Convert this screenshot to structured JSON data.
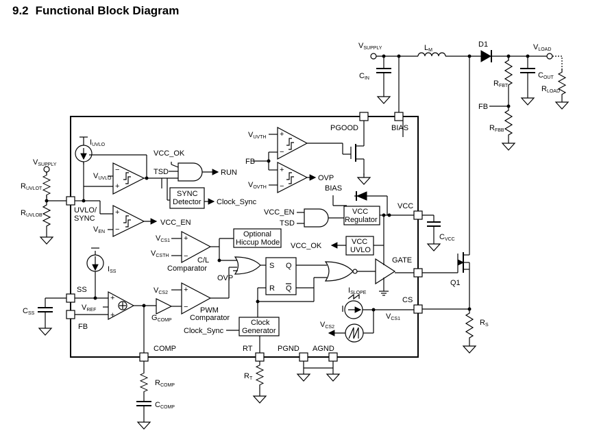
{
  "title": {
    "number": "9.2",
    "text": "Functional Block Diagram"
  },
  "external": {
    "vsupply_top": "V",
    "vsupply_top_sub": "SUPPLY",
    "cin": "C",
    "cin_sub": "IN",
    "lm": "L",
    "lm_sub": "M",
    "d1": "D1",
    "vload": "V",
    "vload_sub": "LOAD",
    "cout": "C",
    "cout_sub": "OUT",
    "rload": "R",
    "rload_sub": "LOAD",
    "rfbt": "R",
    "rfbt_sub": "FBT",
    "rfbb": "R",
    "rfbb_sub": "FBB",
    "fb_ext": "FB",
    "vsupply_left": "V",
    "vsupply_left_sub": "SUPPLY",
    "ruvlot": "R",
    "ruvlot_sub": "UVLOT",
    "ruvlob": "R",
    "ruvlob_sub": "UVLOB",
    "css": "C",
    "css_sub": "SS",
    "rcomp": "R",
    "rcomp_sub": "COMP",
    "ccomp": "C",
    "ccomp_sub": "COMP",
    "rt": "R",
    "rt_sub": "T",
    "cvcc": "C",
    "cvcc_sub": "VCC",
    "q1": "Q1",
    "rs": "R",
    "rs_sub": "S"
  },
  "pins": {
    "pgood": "PGOOD",
    "bias": "BIAS",
    "vcc": "VCC",
    "gate": "GATE",
    "cs": "CS",
    "uvlo": "UVLO/",
    "sync": "SYNC",
    "ss": "SS",
    "fb": "FB",
    "comp": "COMP",
    "rt": "RT",
    "pgnd": "PGND",
    "agnd": "AGND"
  },
  "internal": {
    "iuvlo": "I",
    "iuvlo_sub": "UVLO",
    "vuvlo": "V",
    "vuvlo_sub": "UVLO",
    "ven": "V",
    "ven_sub": "EN",
    "vcc_ok_top": "VCC_OK",
    "tsd_top": "TSD",
    "run": "RUN",
    "sync_detector_1": "SYNC",
    "sync_detector_2": "Detector",
    "clock_sync_out": "Clock_Sync",
    "vcc_en_out": "VCC_EN",
    "vuvth": "V",
    "vuvth_sub": "UVTH",
    "fb_int": "FB",
    "vovth": "V",
    "vovth_sub": "OVTH",
    "ovp_out": "OVP",
    "bias_int": "BIAS",
    "vcc_en_in": "VCC_EN",
    "tsd_in": "TSD",
    "vcc_reg_1": "VCC",
    "vcc_reg_2": "Regulator",
    "vcc_ok_out": "VCC_OK",
    "vcc_uvlo_1": "VCC",
    "vcc_uvlo_2": "UVLO",
    "hiccup_1": "Optional",
    "hiccup_2": "Hiccup Mode",
    "vcs1_in": "V",
    "vcs1_in_sub": "CS1",
    "vcsth": "V",
    "vcsth_sub": "CSTH",
    "cl_1": "C/L",
    "cl_2": "Comparator",
    "ovp_in": "OVP",
    "iss": "I",
    "iss_sub": "SS",
    "vref": "V",
    "vref_sub": "REF",
    "gcomp": "G",
    "gcomp_sub": "COMP",
    "vcs2_in": "V",
    "vcs2_in_sub": "CS2",
    "pwm_1": "PWM",
    "pwm_2": "Comparator",
    "clock_sync_in": "Clock_Sync",
    "clk_gen_1": "Clock",
    "clk_gen_2": "Generator",
    "sr_s": "S",
    "sr_r": "R",
    "sr_q": "Q",
    "sr_qbar": "Q",
    "islope": "I",
    "islope_sub": "SLOPE",
    "vcs2_ramp": "V",
    "vcs2_ramp_sub": "CS2",
    "vcs1_node": "V",
    "vcs1_node_sub": "CS1"
  }
}
